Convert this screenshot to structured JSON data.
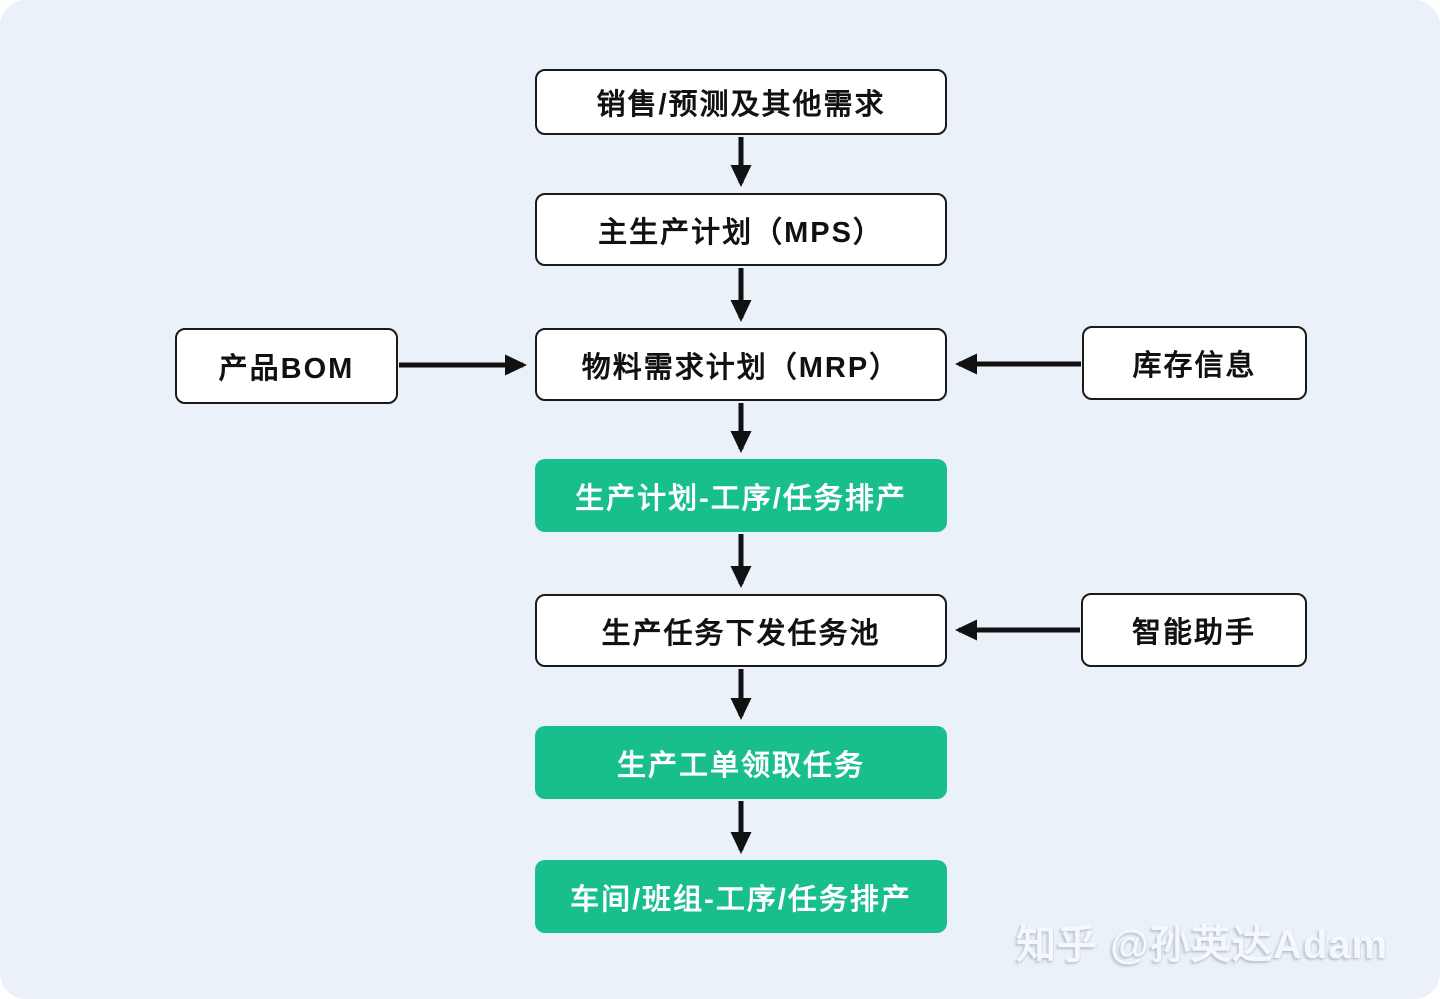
{
  "canvas": {
    "background_color": "#EAF1F9",
    "box_fill_color": "#FFFFFF",
    "box_border_color": "#1A1A1A",
    "box_text_color": "#111111",
    "green_fill_color": "#18BE8C",
    "green_text_color": "#FFFFFF",
    "arrow_color": "#111111"
  },
  "nodes": {
    "sales": {
      "label": "销售/预测及其他需求",
      "style": "white"
    },
    "mps": {
      "label": "主生产计划（MPS）",
      "style": "white"
    },
    "mrp": {
      "label": "物料需求计划（MRP）",
      "style": "white"
    },
    "bom": {
      "label": "产品BOM",
      "style": "white"
    },
    "inventory": {
      "label": "库存信息",
      "style": "white"
    },
    "plan_schedule": {
      "label": "生产计划-工序/任务排产",
      "style": "green"
    },
    "task_pool": {
      "label": "生产任务下发任务池",
      "style": "white"
    },
    "assistant": {
      "label": "智能助手",
      "style": "white"
    },
    "work_order": {
      "label": "生产工单领取任务",
      "style": "green"
    },
    "workshop_schedule": {
      "label": "车间/班组-工序/任务排产",
      "style": "green"
    }
  },
  "edges": [
    {
      "from": "sales",
      "to": "mps",
      "direction": "down"
    },
    {
      "from": "mps",
      "to": "mrp",
      "direction": "down"
    },
    {
      "from": "bom",
      "to": "mrp",
      "direction": "right"
    },
    {
      "from": "inventory",
      "to": "mrp",
      "direction": "left"
    },
    {
      "from": "mrp",
      "to": "plan_schedule",
      "direction": "down"
    },
    {
      "from": "plan_schedule",
      "to": "task_pool",
      "direction": "down"
    },
    {
      "from": "assistant",
      "to": "task_pool",
      "direction": "left"
    },
    {
      "from": "task_pool",
      "to": "work_order",
      "direction": "down"
    },
    {
      "from": "work_order",
      "to": "workshop_schedule",
      "direction": "down"
    }
  ],
  "watermark": {
    "text": "知乎 @孙英达Adam"
  }
}
